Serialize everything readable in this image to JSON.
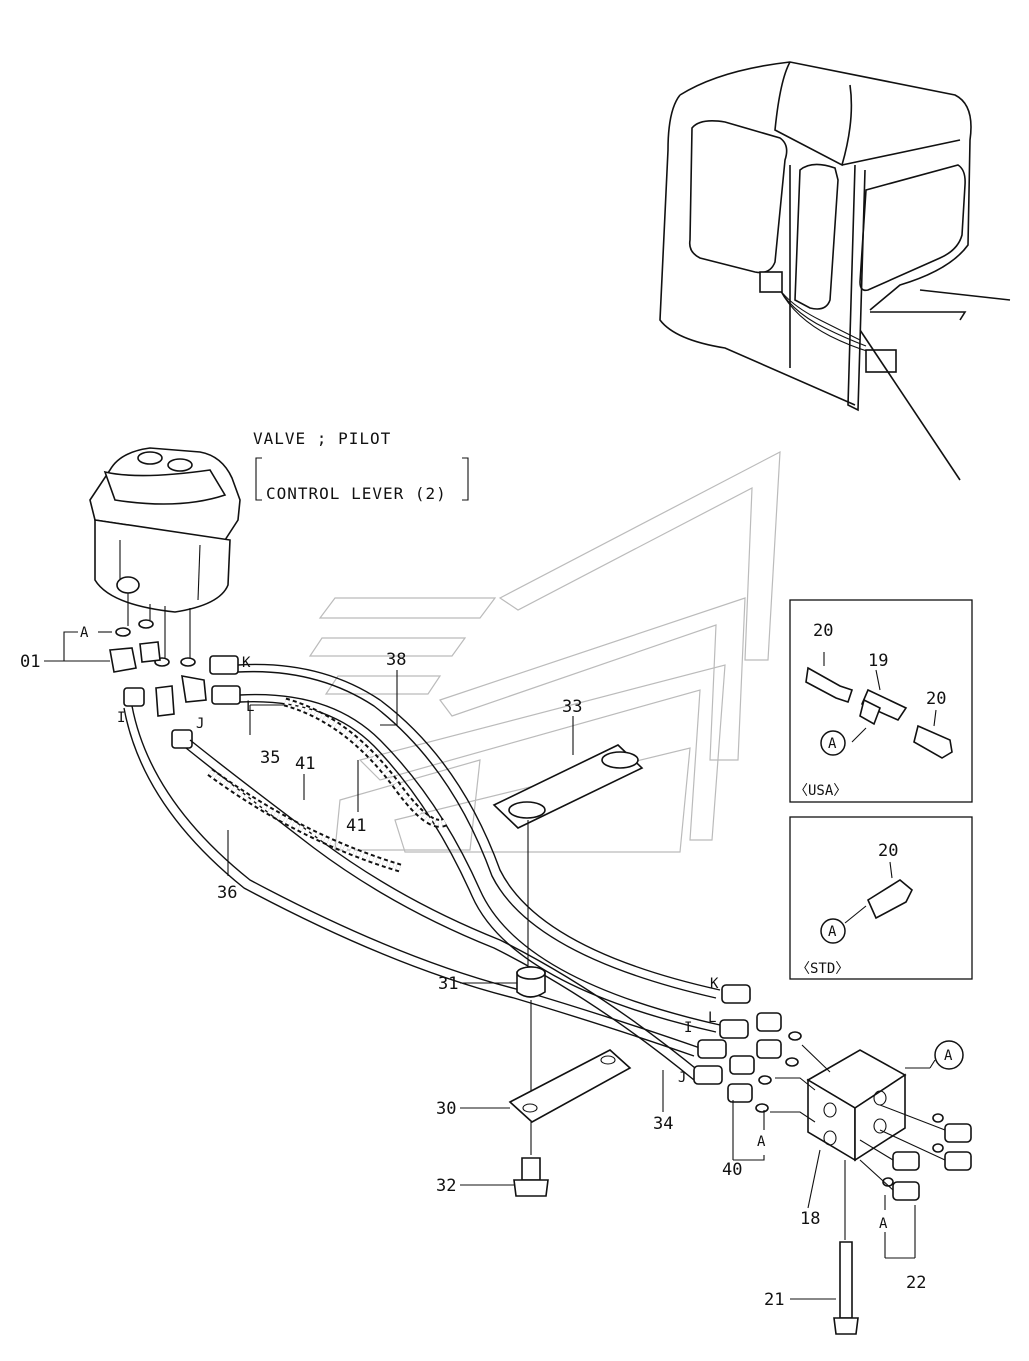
{
  "title": {
    "line1": "VALVE ; PILOT",
    "line2": "CONTROL LEVER (2)"
  },
  "callouts": {
    "p01": "01",
    "p18": "18",
    "p19": "19",
    "p20a": "20",
    "p20b": "20",
    "p20c": "20",
    "p21": "21",
    "p22": "22",
    "p30": "30",
    "p31": "31",
    "p32": "32",
    "p33": "33",
    "p34": "34",
    "p35": "35",
    "p36": "36",
    "p38": "38",
    "p40": "40",
    "p41a": "41",
    "p41b": "41"
  },
  "hose_letters": {
    "I_top": "I",
    "J_top": "J",
    "K_top": "K",
    "L_top": "L",
    "I_bot": "I",
    "J_bot": "J",
    "K_bot": "K",
    "L_bot": "L"
  },
  "ref_letters": {
    "A_valve": "A",
    "A_block": "A",
    "A_40": "A",
    "A_22": "A",
    "A_usa": "A",
    "A_std": "A"
  },
  "insets": {
    "usa_label": "〈USA〉",
    "std_label": "〈STD〉"
  }
}
